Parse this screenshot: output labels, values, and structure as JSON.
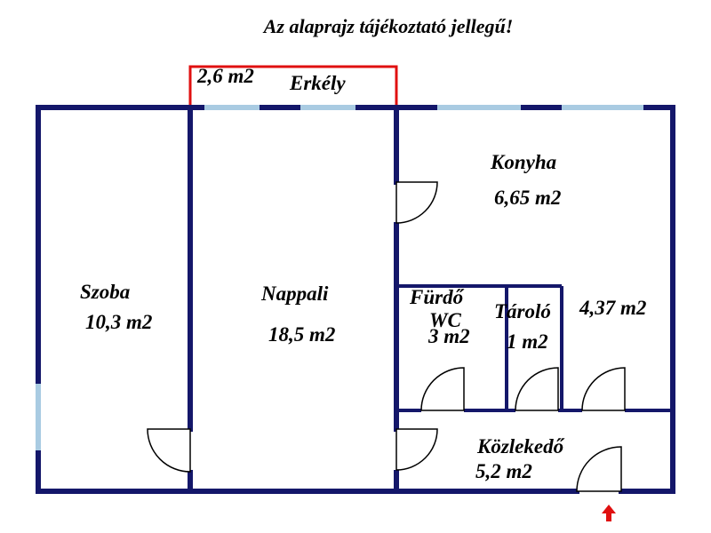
{
  "title": "Az alaprajz tájékoztató jellegű!",
  "balcony": {
    "area": "2,6 m2",
    "name": "Erkély"
  },
  "rooms": {
    "szoba": {
      "name": "Szoba",
      "area": "10,3 m2"
    },
    "nappali": {
      "name": "Nappali",
      "area": "18,5 m2"
    },
    "konyha": {
      "name": "Konyha",
      "area": "6,65 m2"
    },
    "furdo": {
      "name_line1": "Fürdő",
      "name_line2": "WC",
      "area": "3 m2"
    },
    "tarolo": {
      "name": "Tároló",
      "area": "1 m2"
    },
    "extra": {
      "area": "4,37 m2"
    },
    "kozlekedo": {
      "name": "Közlekedő",
      "area": "5,2 m2"
    }
  },
  "colors": {
    "wall": "#14176a",
    "window": "#a9cbe2",
    "balcony": "#e01010",
    "entrance_arrow": "#e01010"
  },
  "icons": {
    "entrance": "arrow-up-icon"
  }
}
